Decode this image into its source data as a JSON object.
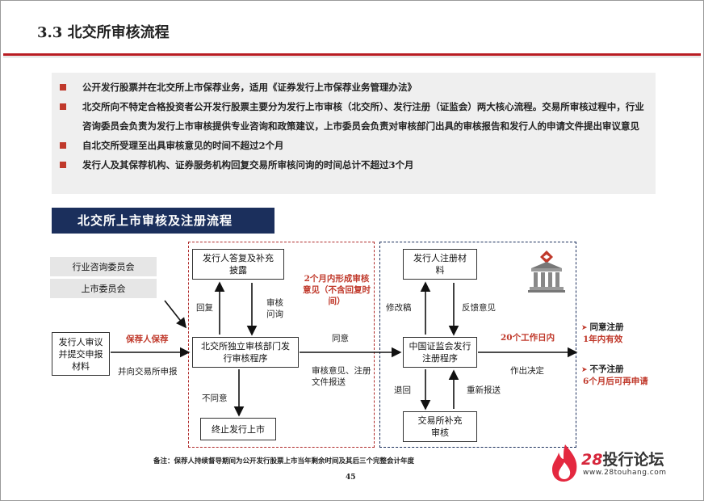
{
  "header": {
    "title": "3.3 北交所审核流程"
  },
  "bullets": [
    "公开发行股票并在北交所上市保荐业务，适用《证券发行上市保荐业务管理办法》",
    "北交所向不特定合格投资者公开发行股票主要分为发行上市审核（北交所）、发行注册（证监会）两大核心流程。交易所审核过程中，行业咨询委员会负责为发行上市审核提供专业咨询和政策建议，上市委员会负责对审核部门出具的审核报告和发行人的申请文件提出审议意见",
    "自北交所受理至出具审核意见的时间不超过2个月",
    "发行人及其保荐机构、证券服务机构回复交易所审核问询的时间总计不超过3个月"
  ],
  "diagram": {
    "title": "北交所上市审核及注册流程",
    "committees": [
      "行业咨询委员会",
      "上市委员会"
    ],
    "start_box": "发行人审议并提交申报材料",
    "sponsor_label": "保荐人保荐",
    "submit_label": "并向交易所申报",
    "reply_box": "发行人答复及补充披露",
    "reply_label": "回复",
    "inquiry_label": "审核问询",
    "review_box": "北交所独立审核部门发行审核程序",
    "disagree_label": "不同意",
    "terminate_box": "终止发行上市",
    "deadline_label": "2个月内形成审核意见（不含回复时间）",
    "agree_label": "同意",
    "submit_docs_label": "审核意见、注册文件报送",
    "issuer_reg_box": "发行人注册材料",
    "revise_label": "修改稿",
    "feedback_label": "反馈意见",
    "csrc_box": "中国证监会发行注册程序",
    "workday_label": "20个工作日内",
    "decision_label": "作出决定",
    "return_label": "退回",
    "resubmit_label": "重新报送",
    "exchange_supp_box": "交易所补充审核",
    "results": [
      {
        "title": "同意注册",
        "detail": "1年内有效"
      },
      {
        "title": "不予注册",
        "detail": "6个月后可再申请"
      }
    ]
  },
  "footer": {
    "note": "备注：保荐人持续督导期间为公开发行股票上市当年剩余时间及其后三个完整会计年度",
    "page_number": "45"
  },
  "logo": {
    "number": "28",
    "name": "投行论坛",
    "url": "www.28touhang.com"
  },
  "colors": {
    "accent_red": "#b81c22",
    "navy": "#1b2f5c",
    "panel_gray": "#efefef"
  }
}
